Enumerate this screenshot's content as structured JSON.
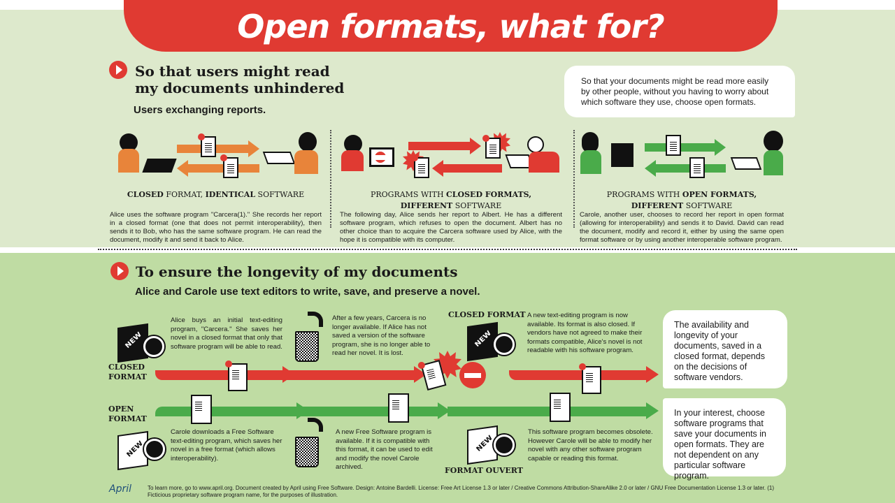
{
  "title": "Open formats, what for?",
  "colors": {
    "red": "#e03a32",
    "green": "#4aab4a",
    "orange": "#e8843a",
    "top_bg": "#dde9cc",
    "bottom_bg": "#bfdca3"
  },
  "section1": {
    "title_line1": "So that users might read",
    "title_line2": "my documents unhindered",
    "subtitle": "Users exchanging reports.",
    "bubble": "So that your documents might be read more easily by other people, without you having to worry about which software they use, choose open formats.",
    "panels": [
      {
        "cap_b1": "CLOSED",
        "cap_t1": " FORMAT, ",
        "cap_b2": "IDENTICAL",
        "cap_t2": " SOFTWARE",
        "cap_line2": "",
        "text": "Alice uses the software program \"Carcera(1).\" She records her report in a closed format (one that does not permit interoperability), then sends it to Bob, who has the same software program. He can read the document, modify it and send it back to Alice."
      },
      {
        "cap_t0": "PROGRAMS WITH ",
        "cap_b1": "CLOSED FORMATS,",
        "cap_b2": "DIFFERENT",
        "cap_t2": " SOFTWARE",
        "text": "The following day, Alice sends her report to Albert. He has a different software program, which refuses to open the document. Albert has no other choice than to acquire the Carcera software used by Alice, with the hope it is compatible with its computer."
      },
      {
        "cap_t0": "PROGRAMS WITH ",
        "cap_b1": "OPEN FORMATS,",
        "cap_b2": "DIFFERENT",
        "cap_t2": " SOFTWARE",
        "text": "Carole, another user, chooses to record her report in open format (allowing for interoperability) and sends it to David. David can read the document, modify and record it, either by using the same open format software or by using another interoperable software program."
      }
    ]
  },
  "section2": {
    "title": "To ensure the longevity of my documents",
    "subtitle": "Alice and Carole use text editors to write, save, and preserve a novel.",
    "closed_label_1": "CLOSED",
    "closed_label_2": "FORMAT",
    "open_label_1": "OPEN",
    "open_label_2": "FORMAT",
    "closed_format_heading": "CLOSED FORMAT",
    "format_ouvert": "FORMAT OUVERT",
    "box_label": "NEW",
    "closed_steps": [
      "Alice buys an initial text-editing program, \"Carcera.\" She saves her novel in a closed format that only that software program will be able to read.",
      "After a few years, Carcera is no longer available. If Alice has not saved a version of the software program, she is no longer able to read her novel. It is lost.",
      "A new text-editing program is now available. Its format is also closed. If vendors have not agreed to make their formats compatible, Alice's novel is not readable with his software program."
    ],
    "open_steps": [
      "Carole downloads a Free Software text-editing program, which saves her novel in a free format (which allows interoperability).",
      "A new Free Software program is available. If it is compatible with this format, it can be used to edit and modify the novel Carole archived.",
      "This software program becomes obsolete. However Carole will be able to modify her novel with any other software program capable or reading this format."
    ],
    "bubble_closed": "The availability and longevity of your documents, saved in a closed format, depends on the decisions of software vendors.",
    "bubble_open": "In your interest, choose software programs that save your documents in open formats. They are not dependent on any particular software program."
  },
  "footer": {
    "logo": "April",
    "text": "To learn more, go to www.april.org.  Document created by April using Free Software.  Design: Antoine Bardelli. License: Free Art License 1.3 or later /  Creative Commons Attribution-ShareAlike 2.0 or later / GNU Free Documentation License 1.3 or later. (1) Ficticious proprietary software program name, for the purposes of illustration."
  }
}
